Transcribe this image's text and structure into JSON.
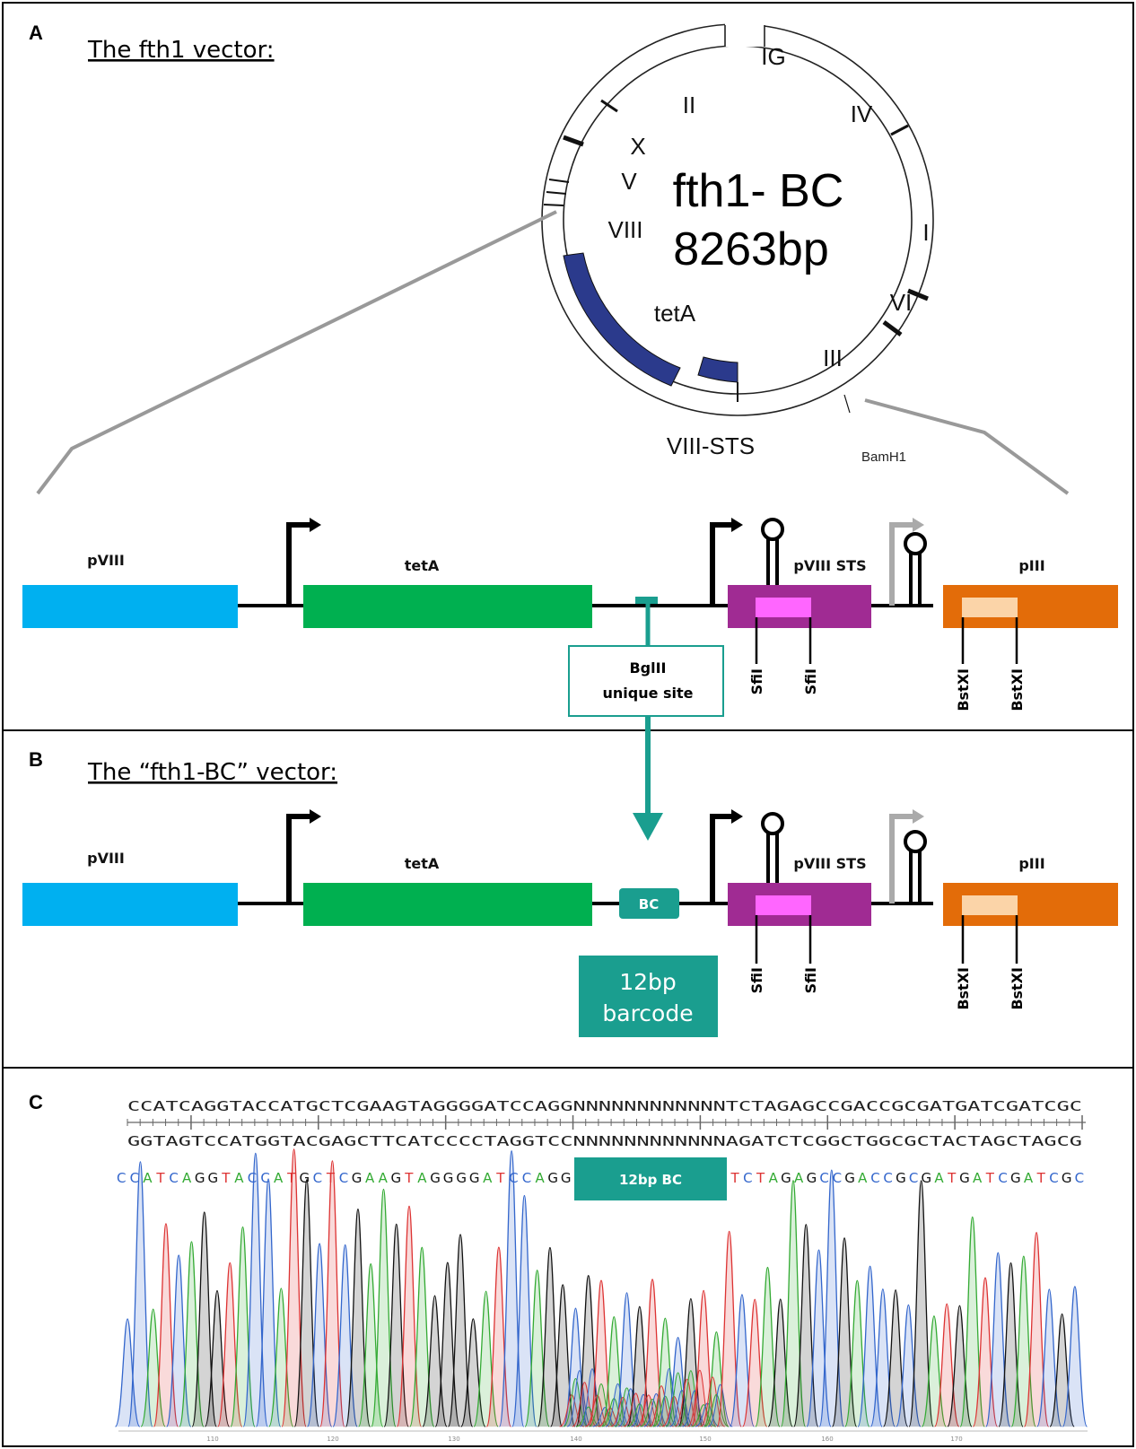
{
  "panels": {
    "a": {
      "letter": "A",
      "title": "The fth1 vector:"
    },
    "b": {
      "letter": "B",
      "title": "The “fth1-BC” vector:"
    },
    "c": {
      "letter": "C"
    }
  },
  "plasmid": {
    "name": "fth1- BC",
    "size": "8263bp",
    "labels": {
      "ig": "IG",
      "ii": "II",
      "iv": "IV",
      "x": "X",
      "v": "V",
      "viii": "VIII",
      "i": "I",
      "vi": "VI",
      "iii": "III",
      "teta": "tetA",
      "viii_sts": "VIII-STS",
      "bamh1": "BamH1"
    }
  },
  "map_a": {
    "pviii": "pVIII",
    "teta": "tetA",
    "pviii_sts": "pVIII STS",
    "piii": "pIII",
    "bglii_line1": "BglII",
    "bglii_line2": "unique site",
    "sfi1": "SfiI",
    "sfi2": "SfiI",
    "bstxi1": "BstXI",
    "bstxi2": "BstXI"
  },
  "map_b": {
    "pviii": "pVIII",
    "teta": "tetA",
    "pviii_sts": "pVIII STS",
    "piii": "pIII",
    "bc": "BC",
    "barcode_line1": "12bp",
    "barcode_line2": "barcode",
    "sfi1": "SfiI",
    "sfi2": "SfiI",
    "bstxi1": "BstXI",
    "bstxi2": "BstXI"
  },
  "sequence": {
    "top": "CCATCAGGTACCATGCTCGAAGTAGGGGATCCAGGNNNNNNNNNNNNTCTAGAGCCGACCGCGATGATCGATCGC",
    "bottom": "GGTAGTCCATGGTACGAGCTTCATCCCCTAGGTCCNNNNNNNNNNNNAGATCTCGGCTGGCGCTACTAGCTAGCG",
    "read_left": "CCATCAGGTACCATGCTCGAAGTAGGGGATCCAGG",
    "read_right": "TCTAGAGCCGACCGCGATGATCGATCGC",
    "bc_label": "12bp BC",
    "ticks": [
      "110",
      "120",
      "130",
      "140",
      "150",
      "160",
      "170"
    ]
  },
  "colors": {
    "pviii": "#00b0f0",
    "teta": "#00b050",
    "pviii_sts": "#a02b93",
    "sfi_insert": "#ff66ff",
    "piii": "#e36c09",
    "bst_insert": "#fbd4a8",
    "teal": "#1a9e8f",
    "plasmid_fill": "#2b3a8c",
    "base_A": "#33aa33",
    "base_C": "#3366cc",
    "base_G": "#111111",
    "base_T": "#dd3333"
  }
}
